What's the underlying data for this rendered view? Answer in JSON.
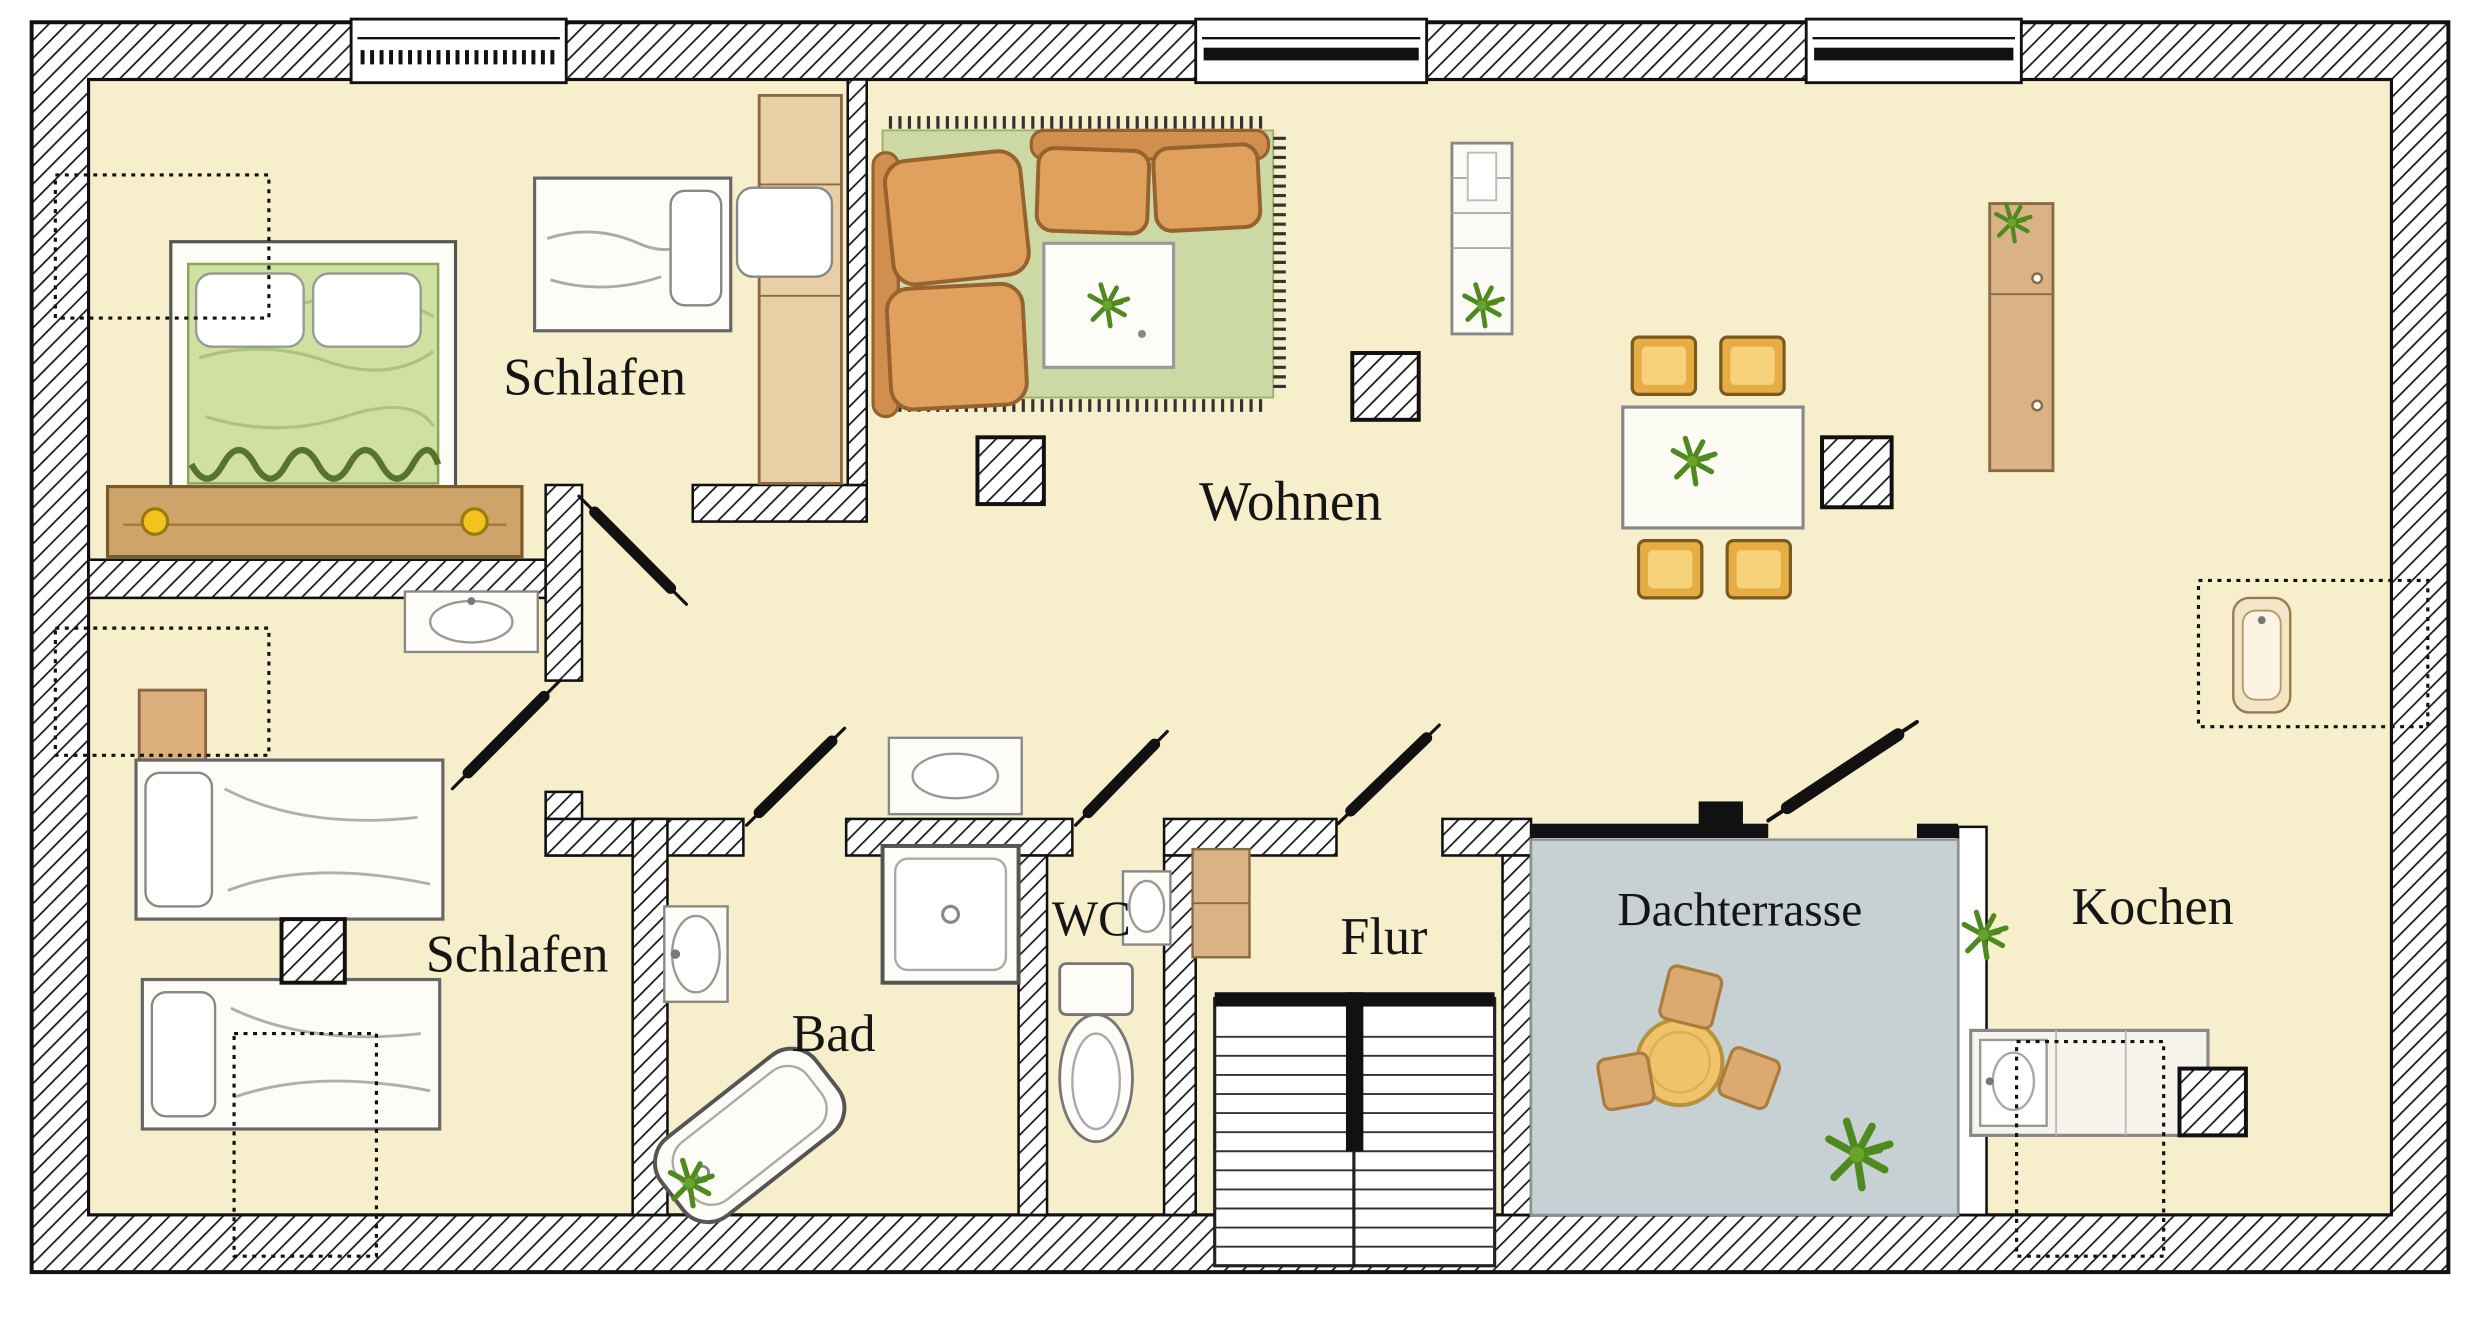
{
  "plan": {
    "rooms": {
      "schlafen_1": "Schlafen",
      "wohnen": "Wohnen",
      "schlafen_2": "Schlafen",
      "bad": "Bad",
      "wc": "WC",
      "flur": "Flur",
      "dachterrasse": "Dachterrasse",
      "kochen": "Kochen"
    }
  },
  "colors": {
    "floor": "#f7eecb",
    "terrace_floor": "#c7d0d3",
    "rug": "#cdd9a4",
    "sofa": "#e0a05e",
    "sofa_back": "#d08f4e",
    "wood": "#cda46a",
    "wardrobe": "#e9cfa5",
    "bed_green": "#cfe0a0",
    "chair": "#e7ad45",
    "table_top": "#f0c26a",
    "cushion": "#dcaa70",
    "cabinet": "#d9b286",
    "wall_line": "#111111"
  }
}
